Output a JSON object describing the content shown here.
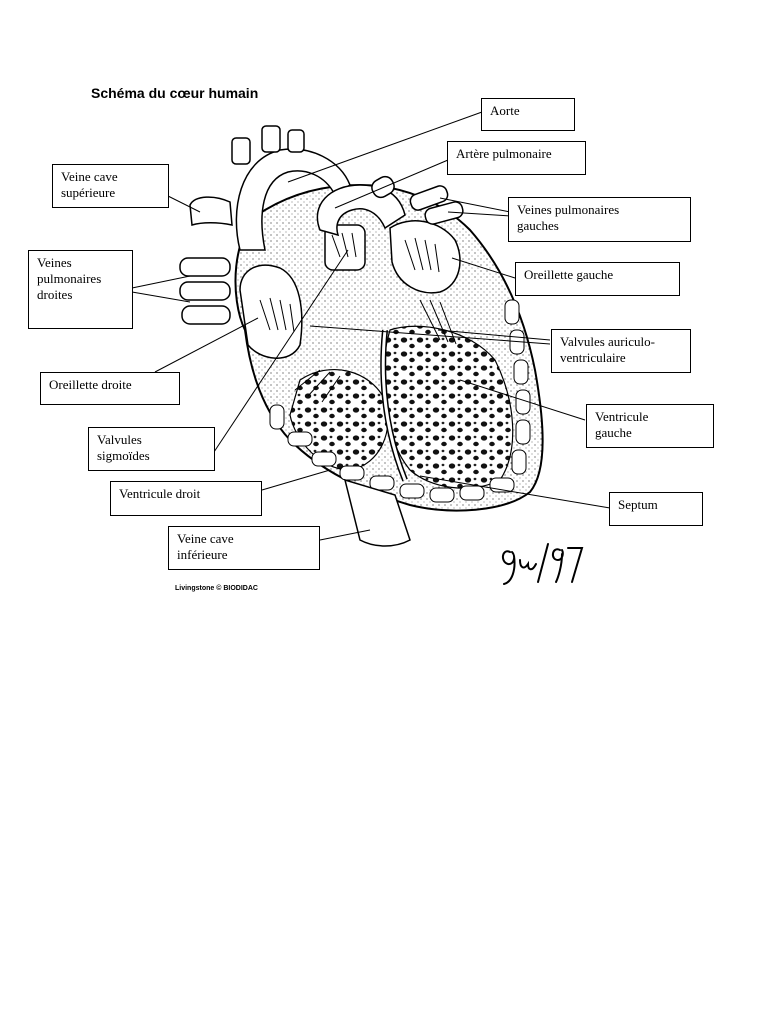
{
  "title": "Schéma du cœur humain",
  "labels": {
    "aorte": "Aorte",
    "artere_pulmonaire": "Artère pulmonaire",
    "veine_cave_superieure": "Veine cave\nsupérieure",
    "veines_pulmonaires_gauches": "Veines pulmonaires\ngauches",
    "veines_pulmonaires_droites": "Veines\npulmonaires\ndroites",
    "oreillette_gauche": "Oreillette gauche",
    "valvules_auriculo_ventriculaires": "Valvules auriculo-\nventriculaire",
    "oreillette_droite": "Oreillette droite",
    "ventricule_gauche": "Ventricule\ngauche",
    "valvules_sigmoides": "Valvules\nsigmoïdes",
    "ventricule_droit": "Ventricule droit",
    "septum": "Septum",
    "veine_cave_inferieure": "Veine cave\ninférieure"
  },
  "credit": "Livingstone © BIODIDAC",
  "signature": "Gu/97"
}
